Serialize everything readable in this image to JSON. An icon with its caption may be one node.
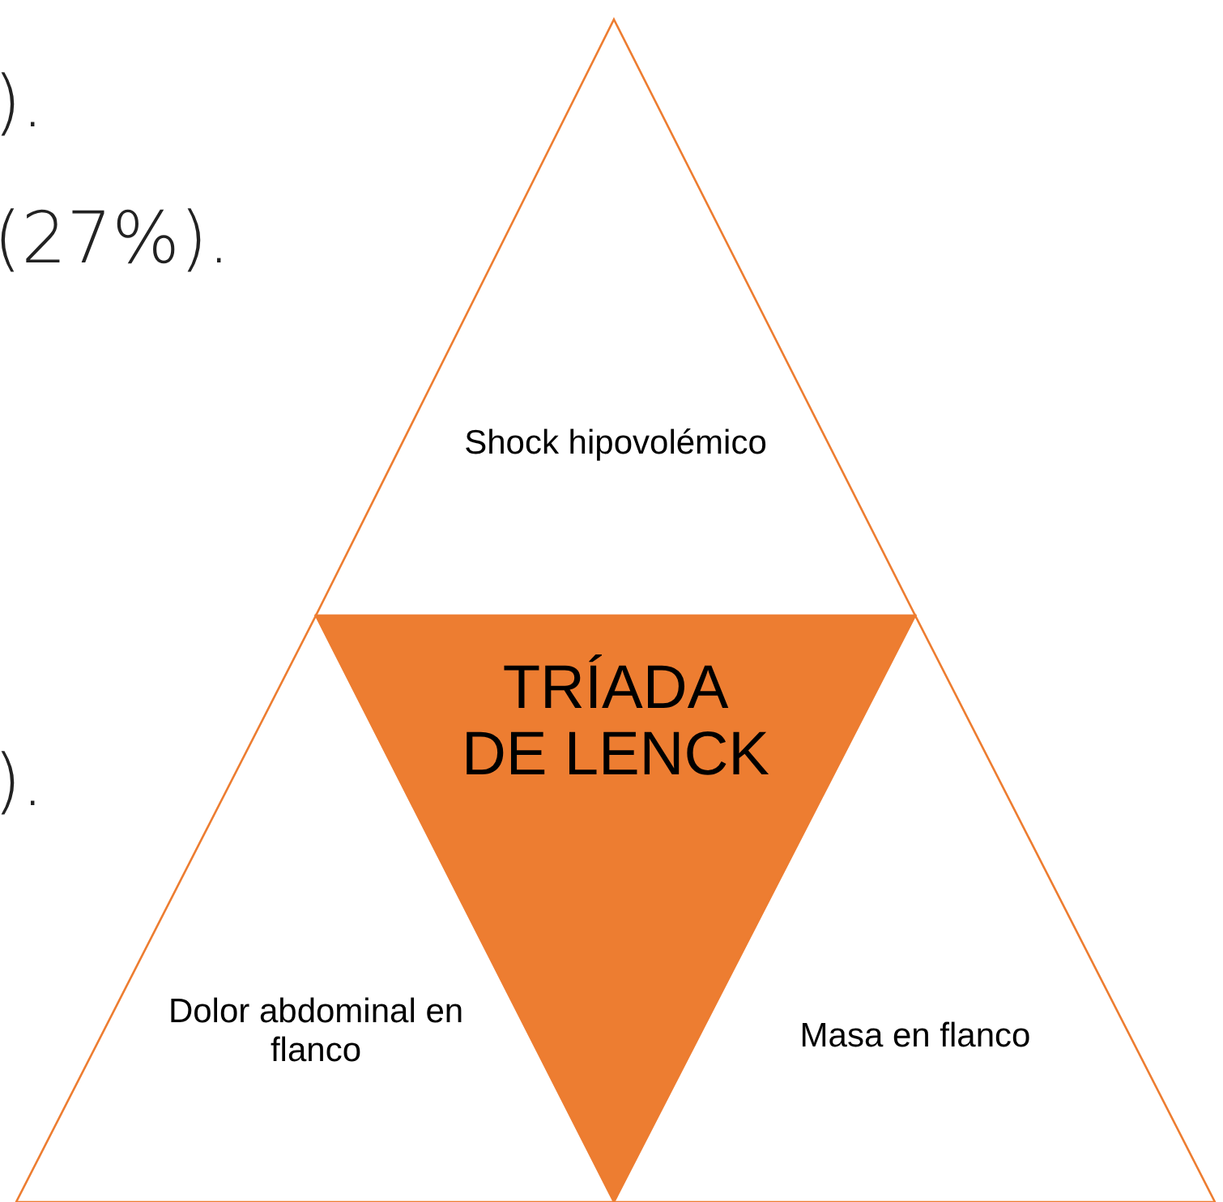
{
  "diagram": {
    "nodes": [
      {
        "text": [
          "Shock hipovolémico"
        ]
      },
      {
        "text": [
          "TRÍADA DE LENCK"
        ]
      },
      {
        "text": [
          "Dolor abdominal en flanco"
        ]
      },
      {
        "text": [
          "Masa en flanco"
        ]
      }
    ],
    "labels": [
      ").",
      "(27%).",
      ")."
    ]
  }
}
